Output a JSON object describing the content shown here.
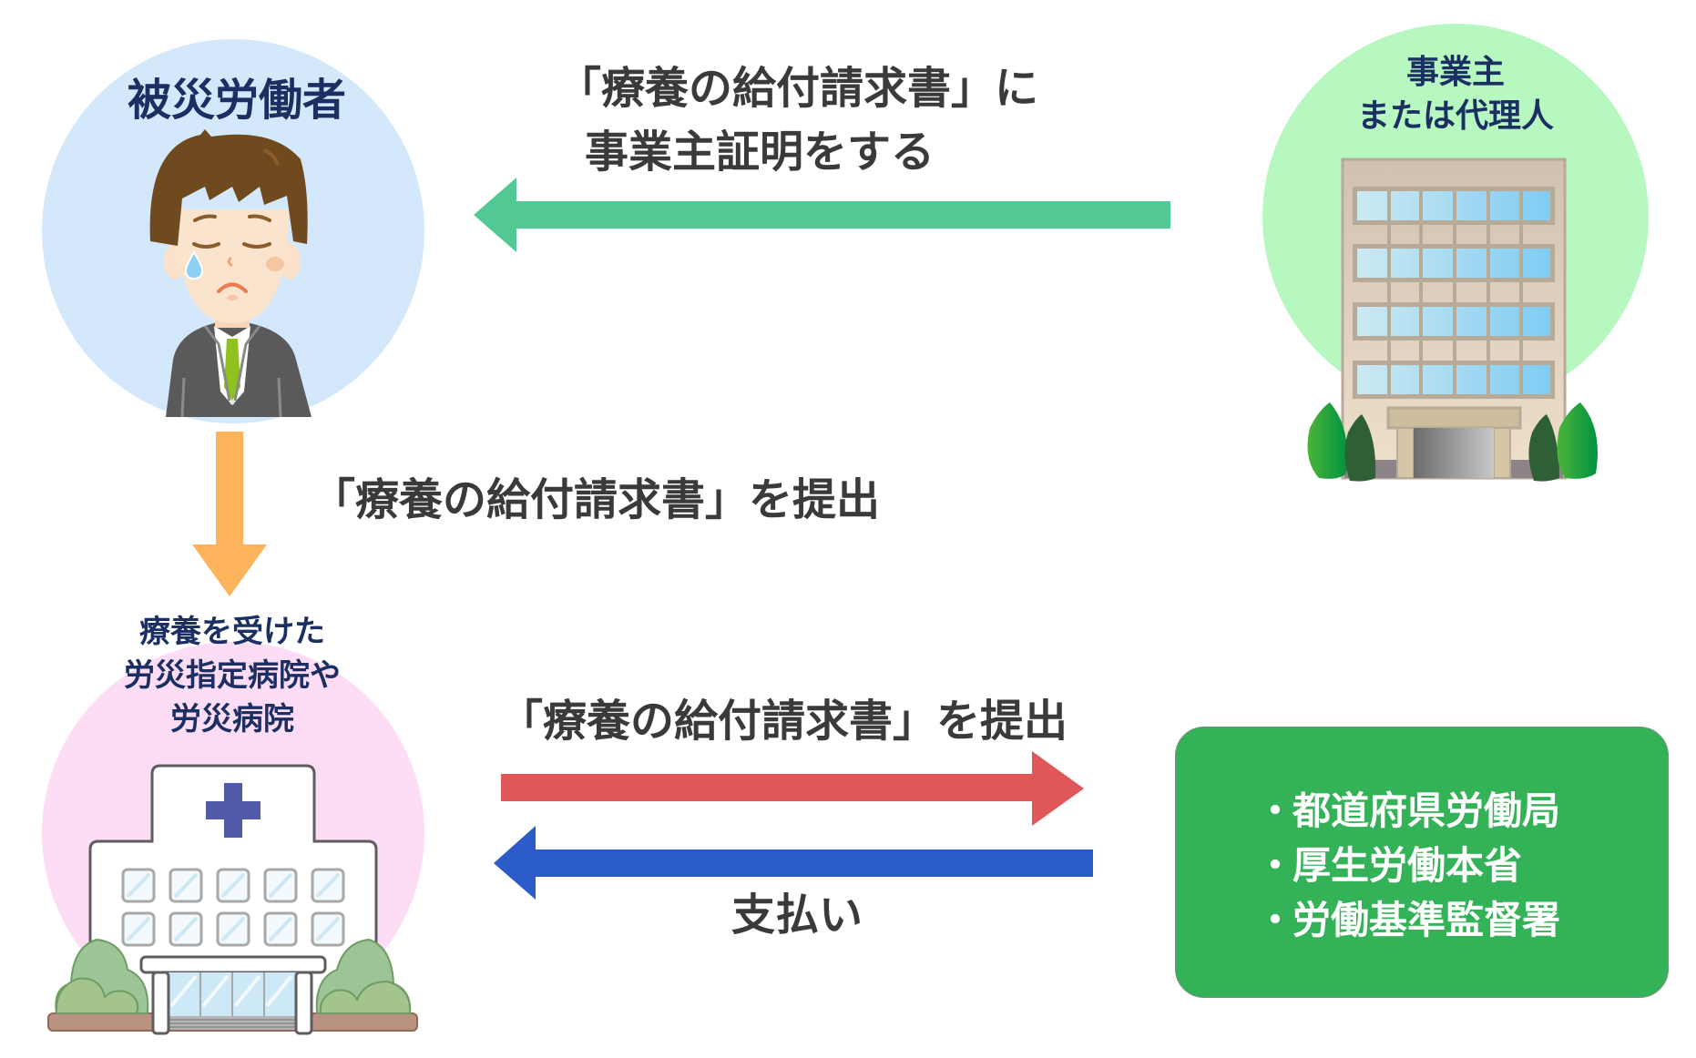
{
  "nodes": {
    "worker": {
      "title": "被災労働者",
      "circle_color": "#d4e8fc"
    },
    "employer": {
      "title_lines": [
        "事業主",
        "または代理人"
      ],
      "circle_color": "#b6f8c0"
    },
    "hospital": {
      "title_lines": [
        "療養を受けた",
        "労災指定病院や",
        "労災病院"
      ],
      "circle_color": "#fddcf5"
    },
    "authorities": {
      "box_color": "#34b257",
      "items": [
        "都道府県労働局",
        "厚生労働本省",
        "労働基準監督署"
      ],
      "bullet": "・"
    }
  },
  "flows": [
    {
      "id": "employer-to-worker",
      "label_lines": [
        "「療養の給付請求書」に",
        "事業主証明をする"
      ],
      "color": "#52c994",
      "direction": "left"
    },
    {
      "id": "worker-to-hospital",
      "label": "「療養の給付請求書」を提出",
      "color": "#fdb25c",
      "direction": "down"
    },
    {
      "id": "hospital-to-authorities",
      "label": "「療養の給付請求書」を提出",
      "color": "#e0575a",
      "direction": "right"
    },
    {
      "id": "authorities-to-hospital",
      "label": "支払い",
      "color": "#2a5bc9",
      "direction": "left"
    }
  ],
  "text_colors": {
    "node_title": "#1b2f63",
    "flow_label": "#3a3a3a"
  }
}
